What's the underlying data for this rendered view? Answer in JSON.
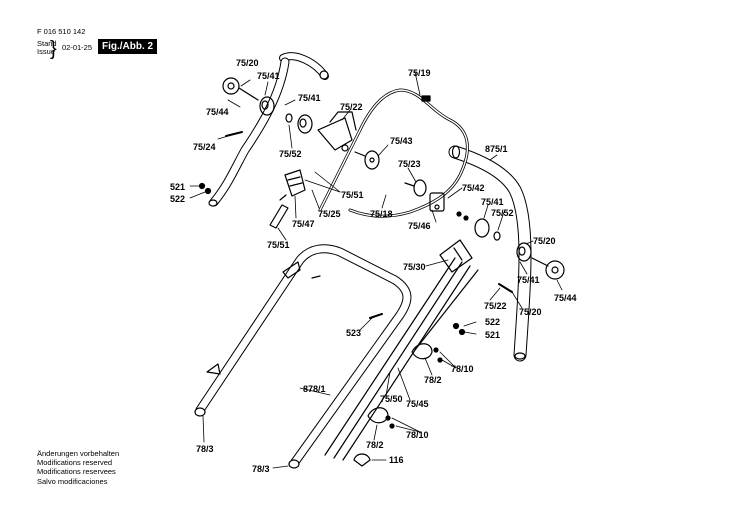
{
  "header": {
    "doc_number": "F 016 510 142",
    "stand_label": "Stand",
    "issue_label": "Issue",
    "date": "02-01-25",
    "figure": "Fig./Abb. 2"
  },
  "labels": {
    "p75_20_a": "75/20",
    "p75_41_a": "75/41",
    "p75_44_a": "75/44",
    "p75_41_b": "75/41",
    "p75_24": "75/24",
    "p75_52_a": "75/52",
    "p75_22_a": "75/22",
    "p75_19": "75/19",
    "p75_43": "75/43",
    "p875_1": "875/1",
    "p75_23": "75/23",
    "p521_a": "521",
    "p522_a": "522",
    "p75_51_a": "75/51",
    "p75_25": "75/25",
    "p75_47": "75/47",
    "p75_18": "75/18",
    "p75_42": "75/42",
    "p75_41_c": "75/41",
    "p75_46": "75/46",
    "p75_52_b": "75/52",
    "p75_51_b": "75/51",
    "p75_20_b": "75/20",
    "p75_30": "75/30",
    "p75_41_d": "75/41",
    "p75_44_b": "75/44",
    "p75_22_b": "75/22",
    "p75_20_c": "75/20",
    "p522_b": "522",
    "p521_b": "521",
    "p523": "523",
    "p78_10_a": "78/10",
    "p78_2_a": "78/2",
    "p878_1": "878/1",
    "p75_50": "75/50",
    "p75_45": "75/45",
    "p78_10_b": "78/10",
    "p78_2_b": "78/2",
    "p78_3_a": "78/3",
    "p116": "116",
    "p78_3_b": "78/3"
  },
  "notes": [
    "Änderungen vorbehalten",
    "Modifications reserved",
    "Modifications reservees",
    "Salvo modificaciones"
  ]
}
